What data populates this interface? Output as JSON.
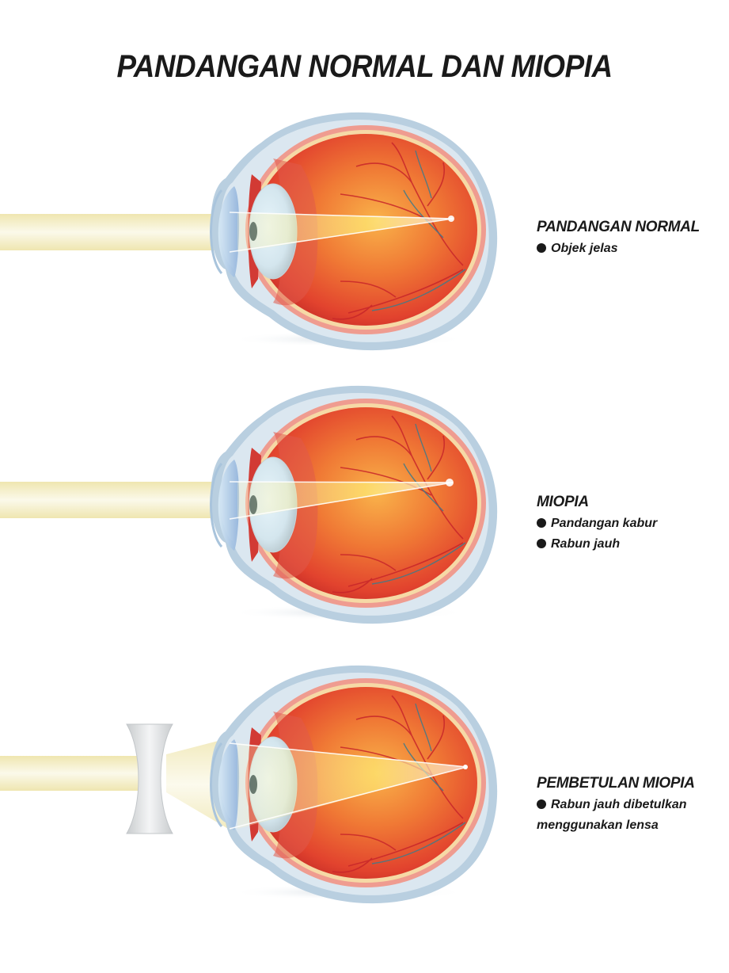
{
  "title": "PANDANGAN NORMAL DAN MIOPIA",
  "panels": [
    {
      "id": "normal",
      "heading": "PANDANGAN NORMAL",
      "bullets": [
        "Objek jelas"
      ],
      "focus": "on-retina",
      "corrective_lens": false
    },
    {
      "id": "myopia",
      "heading": "MIOPIA",
      "bullets": [
        "Pandangan kabur",
        "Rabun jauh"
      ],
      "focus": "in-front-of-retina",
      "corrective_lens": false
    },
    {
      "id": "correction",
      "heading": "PEMBETULAN MIOPIA",
      "bullets": [
        "Rabun jauh dibetulkan"
      ],
      "bullet_continuation": "menggunakan lensa",
      "focus": "on-retina",
      "corrective_lens": true,
      "lens_type": "concave"
    }
  ],
  "colors": {
    "sclera": "#b9cfe0",
    "eye_interior": "#e8442e",
    "retina_glow": "#f7a03a",
    "light_beam": "#f4efc6",
    "lens": "#d9dde0",
    "cornea": "#a8c8e8",
    "text": "#1a1a1a"
  }
}
